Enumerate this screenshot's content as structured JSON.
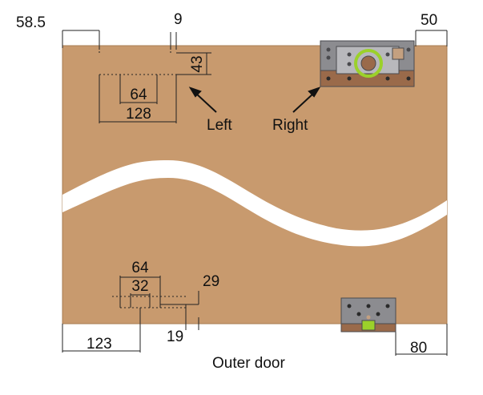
{
  "colors": {
    "panel": "#c89a6e",
    "panel_edge": "#a87c52",
    "gap": "#ffffff",
    "line": "#222222",
    "hardware_plate": "#8c8c90",
    "hardware_dark": "#4a4a4e",
    "hardware_copper": "#9a6a4a",
    "accent_ring": "#9bd12a"
  },
  "icons": {
    "top_fitting": "hinge-plate-icon",
    "bottom_fitting": "guide-block-icon"
  },
  "dimensions": {
    "top_left_offset": "58.5",
    "top_edge_offset": "9",
    "top_vertical": "43",
    "top_right_offset": "50",
    "top_spacing_small": "64",
    "top_spacing_large": "128",
    "bottom_spacing_large": "64",
    "bottom_spacing_small": "32",
    "bottom_vertical_upper": "29",
    "bottom_vertical_lower": "19",
    "bottom_left_offset": "123",
    "bottom_right_offset": "80"
  },
  "labels": {
    "left": "Left",
    "right": "Right",
    "caption": "Outer door"
  }
}
